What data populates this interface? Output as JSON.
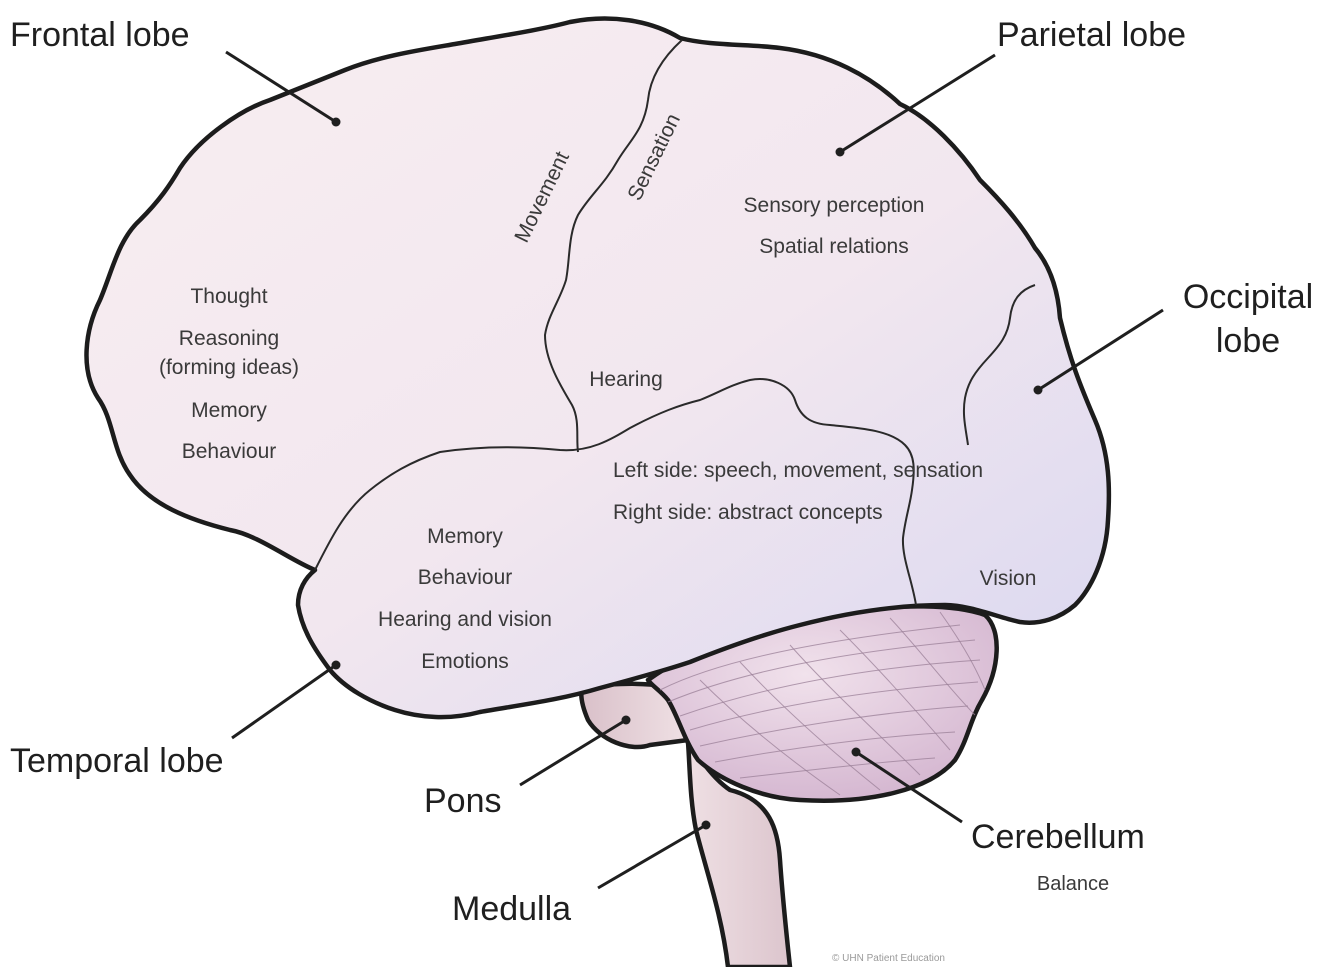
{
  "labels": {
    "frontal": "Frontal lobe",
    "parietal": "Parietal lobe",
    "occipital_1": "Occipital",
    "occipital_2": "lobe",
    "temporal": "Temporal lobe",
    "pons": "Pons",
    "medulla": "Medulla",
    "cerebellum": "Cerebellum"
  },
  "functions": {
    "frontal": [
      "Thought",
      "Reasoning",
      "(forming ideas)",
      "Memory",
      "Behaviour"
    ],
    "parietal": [
      "Sensory perception",
      "Spatial relations"
    ],
    "motor_strip": "Movement",
    "sensory_strip": "Sensation",
    "hearing": "Hearing",
    "language": [
      "Left side: speech, movement, sensation",
      "Right side: abstract concepts"
    ],
    "temporal": [
      "Memory",
      "Behaviour",
      "Hearing and vision",
      "Emotions"
    ],
    "occipital": "Vision",
    "cerebellum": "Balance"
  },
  "copyright": "© UHN Patient Education",
  "colors": {
    "cerebrum_fill": "#f5e9ef",
    "cerebrum_shade": "#dcd9ef",
    "cerebellum_fill": "#e3cbdc",
    "brainstem_fill": "#ead8de",
    "outline": "#1c1c1c"
  }
}
